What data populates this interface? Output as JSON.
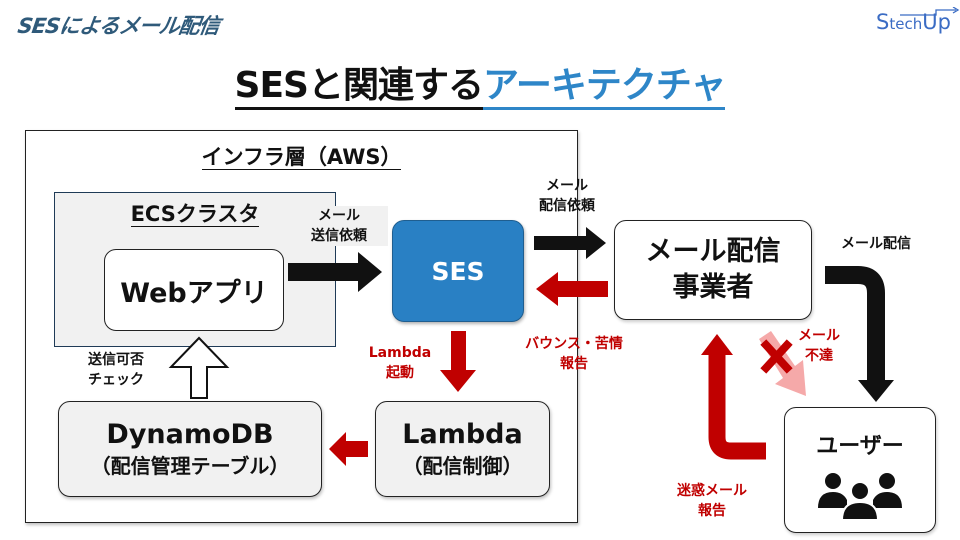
{
  "header": {
    "section_title": "SESによるメール配信",
    "logo": {
      "s": "S",
      "tech": "tech",
      "up": "Up"
    }
  },
  "title": {
    "part_black": "SESと関連する",
    "part_blue": "アーキテクチャ",
    "colors": {
      "black": "#111111",
      "blue": "#2e86c8"
    }
  },
  "infrastructure": {
    "title": "インフラ層（AWS）",
    "ecs_cluster": {
      "title": "ECSクラスタ",
      "webapp": "Webアプリ"
    },
    "ses": "SES",
    "lambda": {
      "name": "Lambda",
      "role": "（配信制御）"
    },
    "dynamodb": {
      "name": "DynamoDB",
      "role": "（配信管理テーブル）"
    }
  },
  "external": {
    "provider": {
      "line1": "メール配信",
      "line2": "事業者"
    },
    "user": {
      "label": "ユーザー",
      "icon": "users-group-icon"
    }
  },
  "flows": {
    "send_request": {
      "line1": "メール",
      "line2": "送信依頼"
    },
    "delivery_request": {
      "line1": "メール",
      "line2": "配信依頼"
    },
    "bounce_report": {
      "line1": "バウンス・苦情",
      "line2": "報告"
    },
    "lambda_trigger": {
      "line1": "Lambda",
      "line2": "起動"
    },
    "send_check": {
      "line1": "送信可否",
      "line2": "チェック"
    },
    "mail_delivery": {
      "line1": "メール配信"
    },
    "undelivered": {
      "line1": "メール",
      "line2": "不達"
    },
    "spam_report": {
      "line1": "迷惑メール",
      "line2": "報告"
    }
  },
  "colors": {
    "ses_blue": "#2980c4",
    "alert_red": "#c00000",
    "faded_red": "#f4a0a0",
    "panel_grey": "#f1f1f1"
  }
}
